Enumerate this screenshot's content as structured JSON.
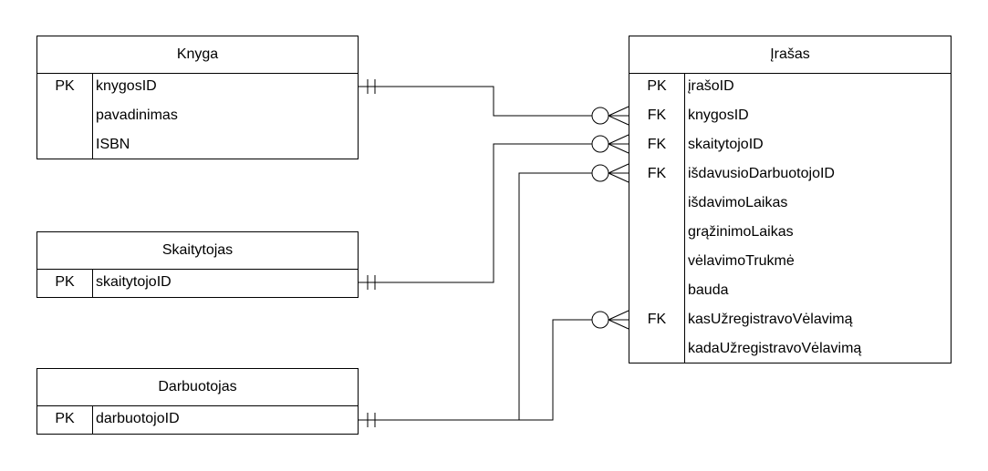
{
  "entities": {
    "knyga": {
      "title": "Knyga",
      "rows": [
        {
          "key": "PK",
          "field": "knygosID"
        },
        {
          "key": "",
          "field": "pavadinimas"
        },
        {
          "key": "",
          "field": "ISBN"
        }
      ]
    },
    "skaitytojas": {
      "title": "Skaitytojas",
      "rows": [
        {
          "key": "PK",
          "field": "skaitytojoID"
        }
      ]
    },
    "darbuotojas": {
      "title": "Darbuotojas",
      "rows": [
        {
          "key": "PK",
          "field": "darbuotojoID"
        }
      ]
    },
    "irasas": {
      "title": "Įrašas",
      "rows": [
        {
          "key": "PK",
          "field": "įrašoID"
        },
        {
          "key": "FK",
          "field": "knygosID"
        },
        {
          "key": "FK",
          "field": "skaitytojoID"
        },
        {
          "key": "FK",
          "field": "išdavusioDarbuotojoID"
        },
        {
          "key": "",
          "field": "išdavimoLaikas"
        },
        {
          "key": "",
          "field": "grąžinimoLaikas"
        },
        {
          "key": "",
          "field": "vėlavimoTrukmė"
        },
        {
          "key": "",
          "field": "bauda"
        },
        {
          "key": "FK",
          "field": "kasUžregistravoVėlavimą"
        },
        {
          "key": "",
          "field": "kadaUžregistravoVėlavimą"
        }
      ]
    }
  },
  "relationships": [
    {
      "from": "Knyga.knygosID",
      "to": "Įrašas.knygosID",
      "from_end": "one-and-only-one",
      "to_end": "zero-or-many"
    },
    {
      "from": "Skaitytojas.skaitytojoID",
      "to": "Įrašas.skaitytojoID",
      "from_end": "one-and-only-one",
      "to_end": "zero-or-many"
    },
    {
      "from": "Darbuotojas.darbuotojoID",
      "to": "Įrašas.išdavusioDarbuotojoID",
      "from_end": "one-and-only-one",
      "to_end": "zero-or-many"
    },
    {
      "from": "Darbuotojas.darbuotojoID",
      "to": "Įrašas.kasUžregistravoVėlavimą",
      "from_end": "one-and-only-one",
      "to_end": "zero-or-many"
    }
  ]
}
